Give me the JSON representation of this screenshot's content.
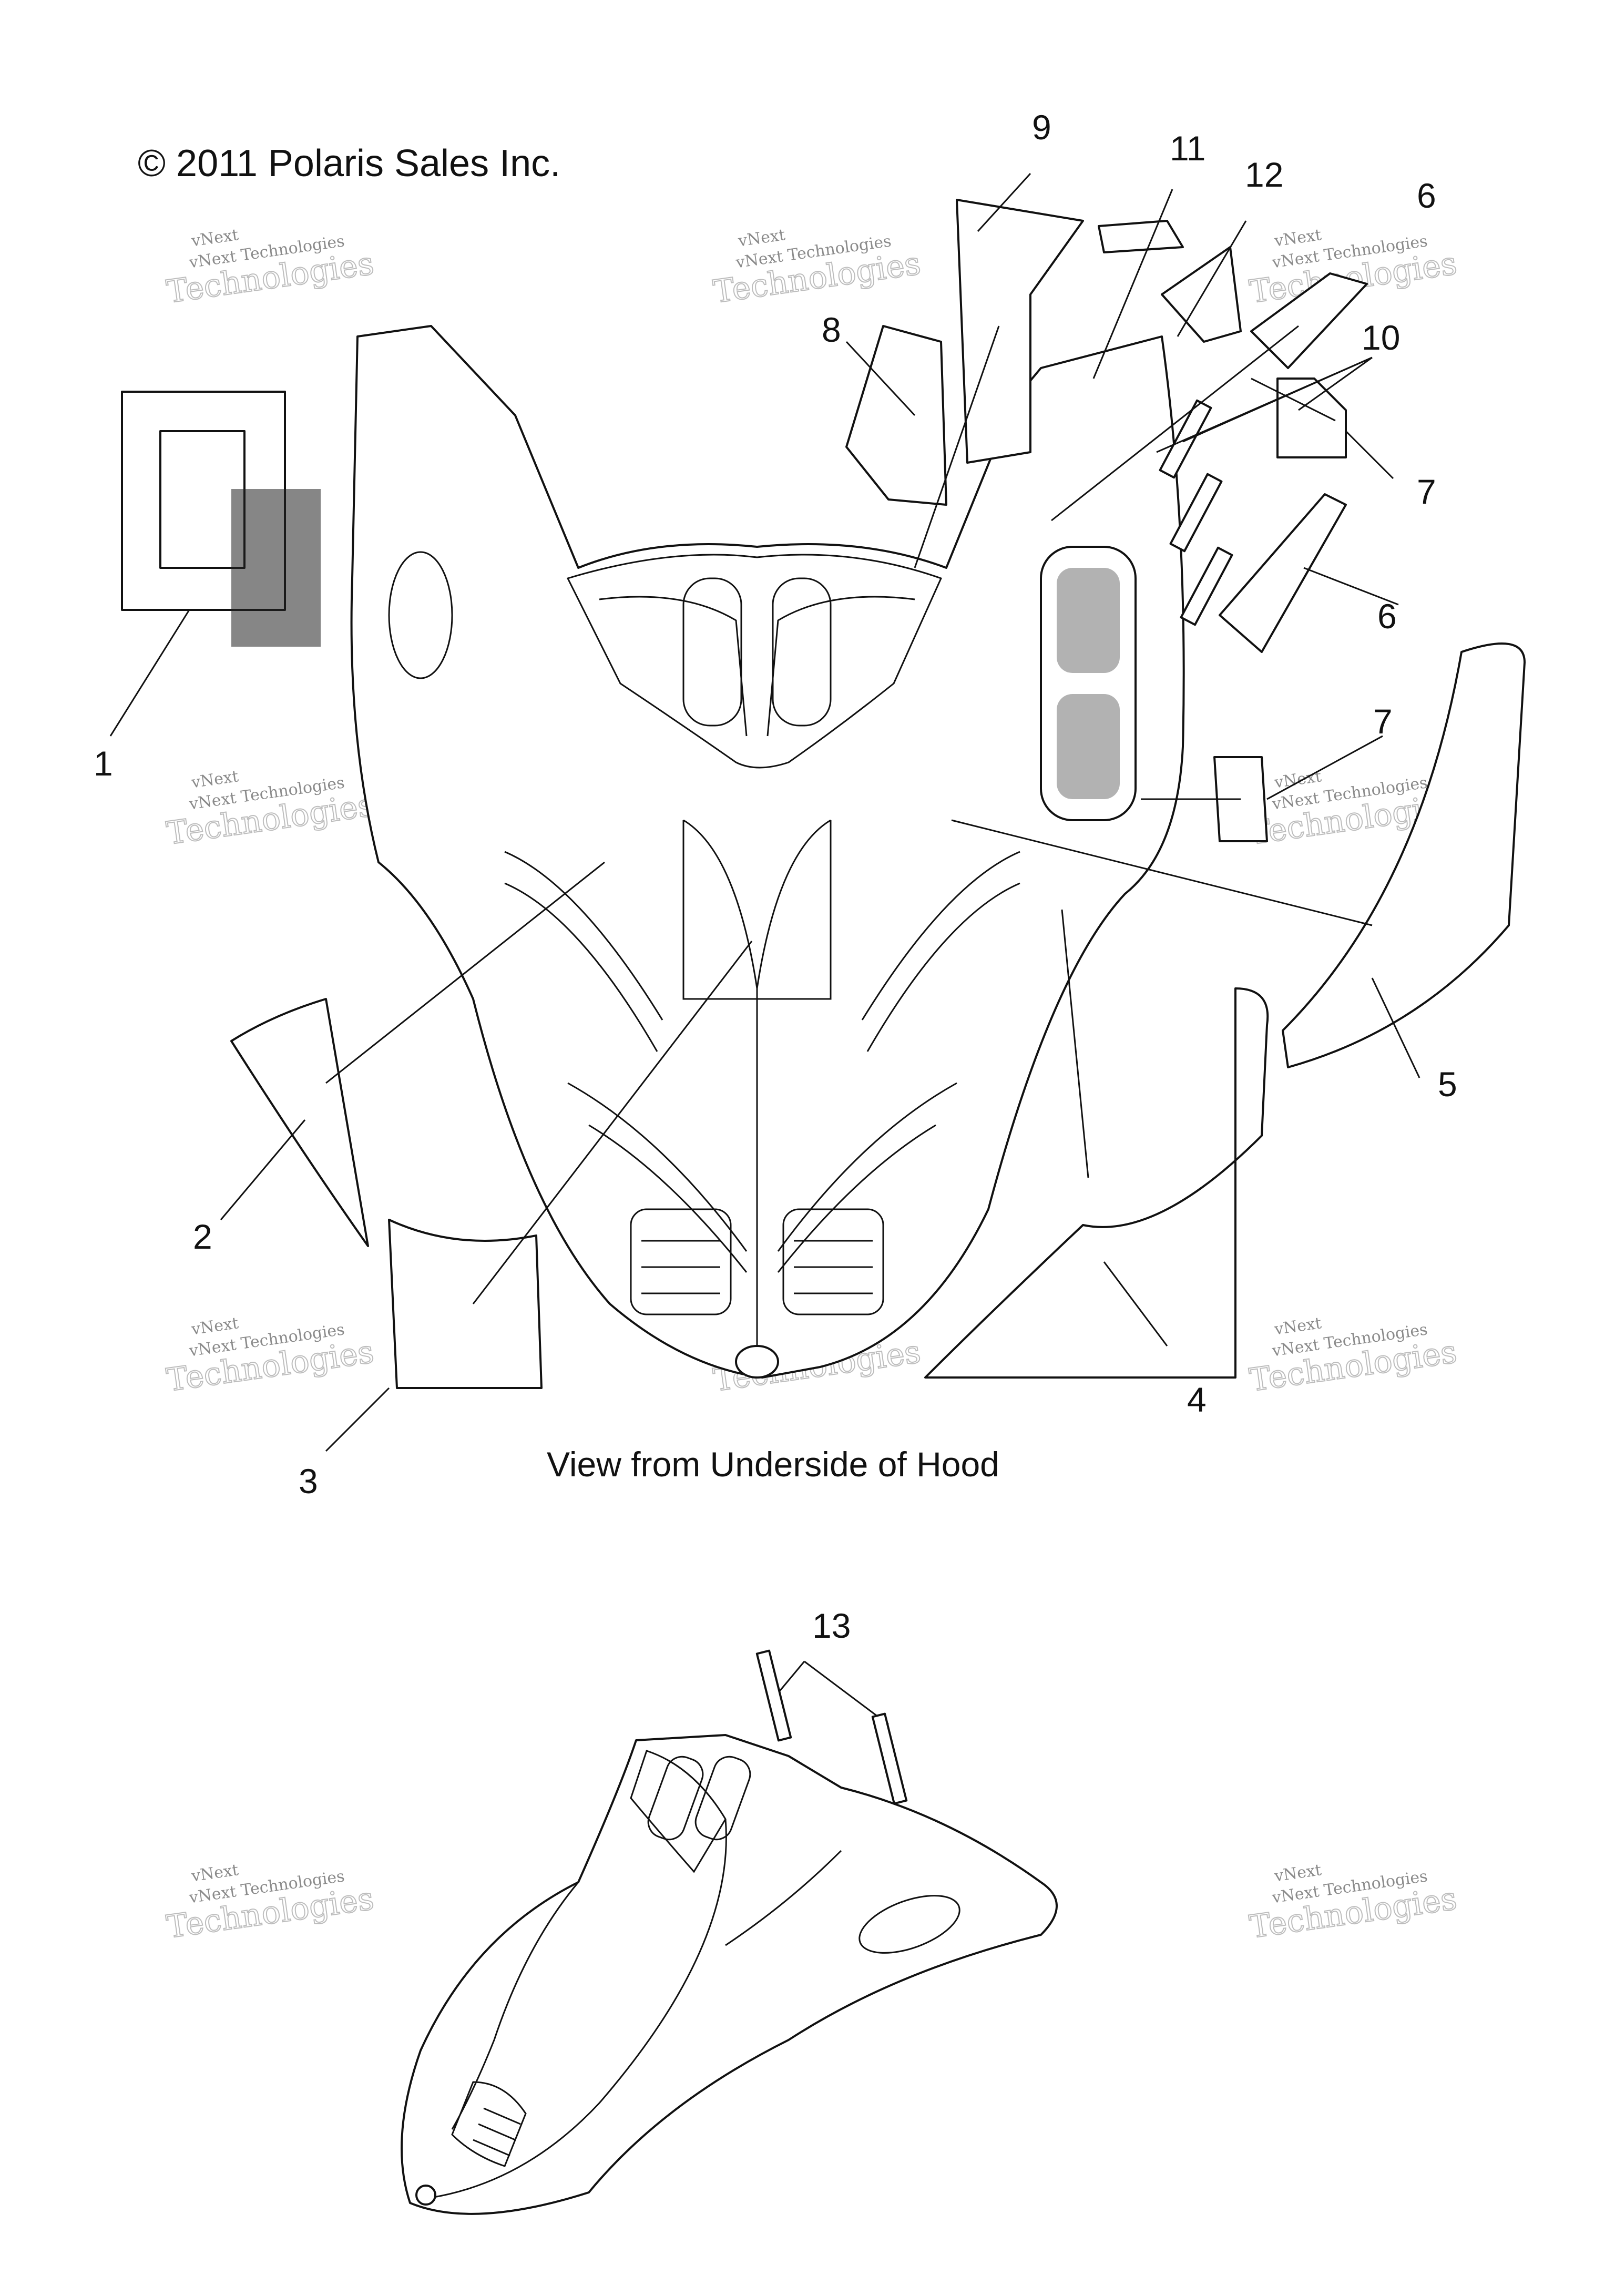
{
  "copyright": "© 2011 Polaris Sales Inc.",
  "caption": "View from Underside of Hood",
  "callouts": [
    "1",
    "2",
    "3",
    "4",
    "5",
    "6",
    "6",
    "7",
    "7",
    "8",
    "9",
    "10",
    "11",
    "12",
    "13"
  ],
  "watermark": {
    "small": "vNext Technologies",
    "large": "Technologies",
    "top": "vNext"
  },
  "colors": {
    "line": "#111111",
    "background": "#ffffff",
    "watermark": "#8a8a8a"
  }
}
